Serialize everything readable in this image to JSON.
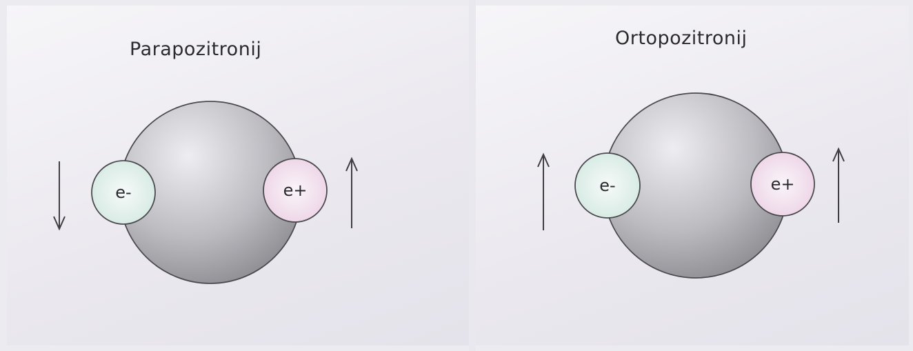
{
  "panels": [
    {
      "title": "Parapozitronij",
      "particles": [
        {
          "label": "e-",
          "spin": "down"
        },
        {
          "label": "e+",
          "spin": "up"
        }
      ]
    },
    {
      "title": "Ortopozitronij",
      "particles": [
        {
          "label": "e-",
          "spin": "up"
        },
        {
          "label": "e+",
          "spin": "up"
        }
      ]
    }
  ],
  "colors": {
    "electron_fill": "#dfeee9",
    "positron_fill": "#f0dceb",
    "sphere_light": "#e8e7eb",
    "sphere_dark": "#8c8c90",
    "outline": "#4a4a4e"
  }
}
